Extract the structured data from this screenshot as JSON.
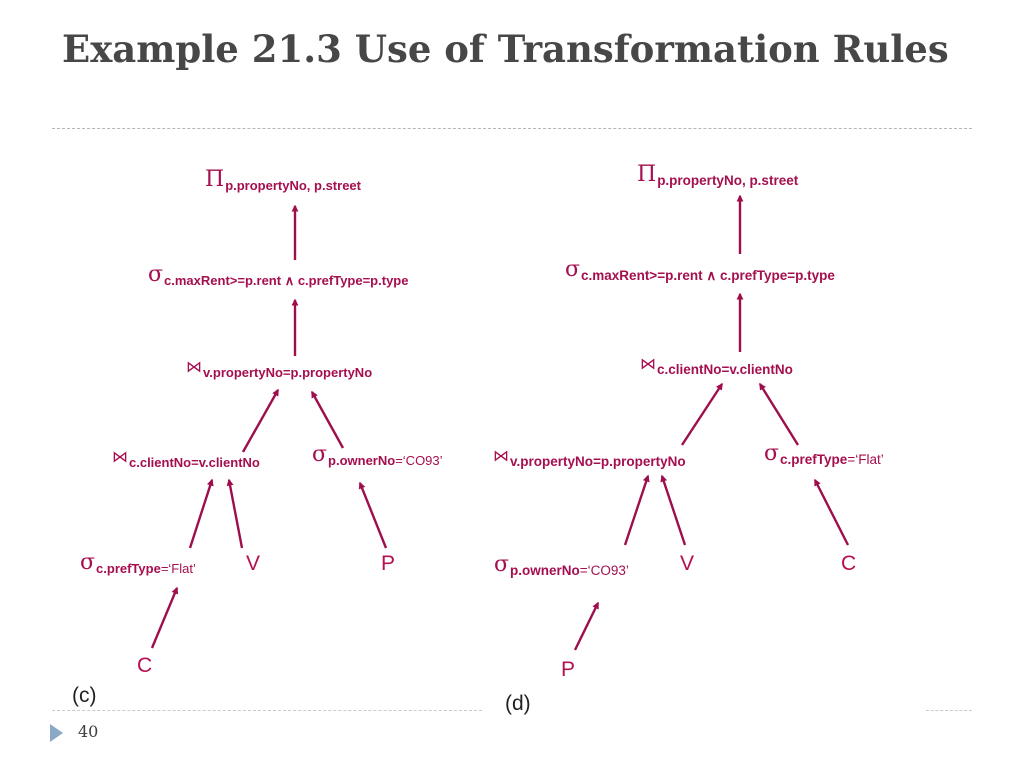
{
  "slide": {
    "title": "Example 21.3 Use of Transformation Rules",
    "page_number": "40"
  },
  "colors": {
    "operator_text": "#a50f4f",
    "arrow": "#9e0e4c",
    "relation_text": "#b40f52",
    "title": "#474747"
  },
  "trees": [
    {
      "label": "(c)",
      "nodes": [
        {
          "id": "c_proj",
          "kind": "project",
          "symbol": "Π",
          "sub": "p.propertyNo, p.street"
        },
        {
          "id": "c_sel_rent",
          "kind": "select",
          "symbol": "σ",
          "sub": "c.maxRent>=p.rent ∧ c.prefType=p.type"
        },
        {
          "id": "c_join_prop",
          "kind": "join",
          "symbol": "⋈",
          "sub": "v.propertyNo=p.propertyNo"
        },
        {
          "id": "c_join_client",
          "kind": "join",
          "symbol": "⋈",
          "sub": "c.clientNo=v.clientNo"
        },
        {
          "id": "c_sel_owner",
          "kind": "select",
          "symbol": "σ",
          "sub": "p.ownerNo",
          "value": "=‘CO93’"
        },
        {
          "id": "c_sel_flat",
          "kind": "select",
          "symbol": "σ",
          "sub": "c.prefType",
          "value": "=‘Flat’"
        },
        {
          "id": "c_rel_V",
          "kind": "relation",
          "symbol": "V"
        },
        {
          "id": "c_rel_P",
          "kind": "relation",
          "symbol": "P"
        },
        {
          "id": "c_rel_C",
          "kind": "relation",
          "symbol": "C"
        }
      ],
      "edges": [
        [
          "c_sel_rent",
          "c_proj"
        ],
        [
          "c_join_prop",
          "c_sel_rent"
        ],
        [
          "c_join_client",
          "c_join_prop"
        ],
        [
          "c_sel_owner",
          "c_join_prop"
        ],
        [
          "c_sel_flat",
          "c_join_client"
        ],
        [
          "c_rel_V",
          "c_join_client"
        ],
        [
          "c_rel_P",
          "c_sel_owner"
        ],
        [
          "c_rel_C",
          "c_sel_flat"
        ]
      ]
    },
    {
      "label": "(d)",
      "nodes": [
        {
          "id": "d_proj",
          "kind": "project",
          "symbol": "Π",
          "sub": "p.propertyNo, p.street"
        },
        {
          "id": "d_sel_rent",
          "kind": "select",
          "symbol": "σ",
          "sub": "c.maxRent>=p.rent ∧ c.prefType=p.type"
        },
        {
          "id": "d_join_client",
          "kind": "join",
          "symbol": "⋈",
          "sub": "c.clientNo=v.clientNo"
        },
        {
          "id": "d_join_prop",
          "kind": "join",
          "symbol": "⋈",
          "sub": "v.propertyNo=p.propertyNo"
        },
        {
          "id": "d_sel_flat",
          "kind": "select",
          "symbol": "σ",
          "sub": "c.prefType",
          "value": "=‘Flat’"
        },
        {
          "id": "d_sel_owner",
          "kind": "select",
          "symbol": "σ",
          "sub": "p.ownerNo",
          "value": "=‘CO93’"
        },
        {
          "id": "d_rel_V",
          "kind": "relation",
          "symbol": "V"
        },
        {
          "id": "d_rel_C",
          "kind": "relation",
          "symbol": "C"
        },
        {
          "id": "d_rel_P",
          "kind": "relation",
          "symbol": "P"
        }
      ],
      "edges": [
        [
          "d_sel_rent",
          "d_proj"
        ],
        [
          "d_join_client",
          "d_sel_rent"
        ],
        [
          "d_join_prop",
          "d_join_client"
        ],
        [
          "d_sel_flat",
          "d_join_client"
        ],
        [
          "d_sel_owner",
          "d_join_prop"
        ],
        [
          "d_rel_V",
          "d_join_prop"
        ],
        [
          "d_rel_C",
          "d_sel_flat"
        ],
        [
          "d_rel_P",
          "d_sel_owner"
        ]
      ]
    }
  ]
}
